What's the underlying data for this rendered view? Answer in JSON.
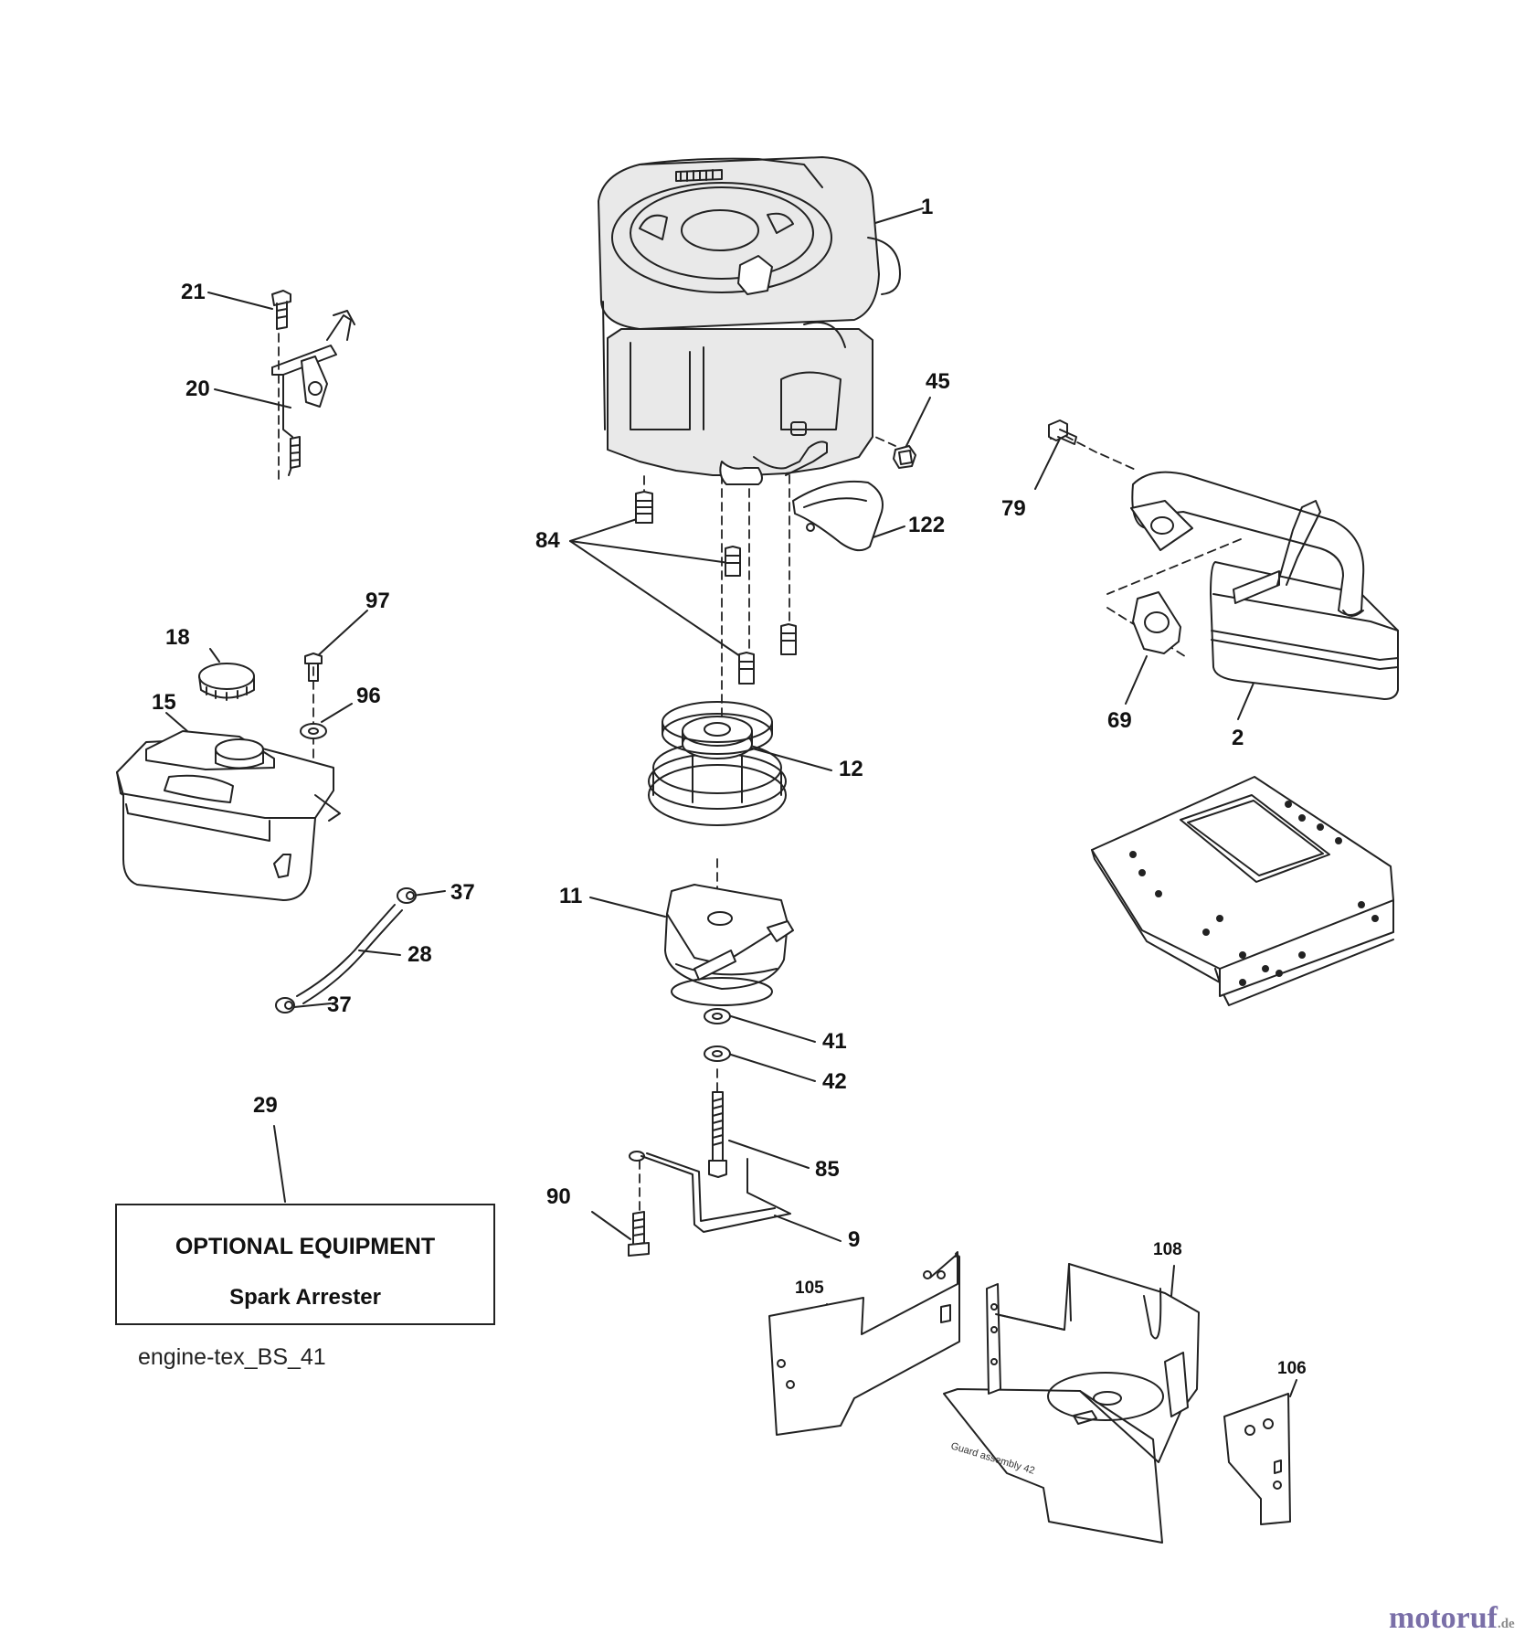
{
  "callouts": {
    "c1": "1",
    "c2": "2",
    "c9": "9",
    "c11": "11",
    "c12": "12",
    "c15": "15",
    "c18": "18",
    "c20": "20",
    "c21": "21",
    "c28": "28",
    "c29": "29",
    "c37a": "37",
    "c37b": "37",
    "c41": "41",
    "c42": "42",
    "c45": "45",
    "c69": "69",
    "c79": "79",
    "c84": "84",
    "c85": "85",
    "c90": "90",
    "c96": "96",
    "c97": "97",
    "c105": "105",
    "c106": "106",
    "c108": "108",
    "c122": "122"
  },
  "optional_box": {
    "title": "OPTIONAL EQUIPMENT",
    "item": "Spark Arrester"
  },
  "diagram_id": "engine-tex_BS_41",
  "guard_stamp": "Guard assembly 42",
  "watermark": {
    "name": "motoruf",
    "tld": ".de"
  },
  "colors": {
    "line": "#222222",
    "engine_fill": "#e9e9e9",
    "brand": "#7a6fa8"
  }
}
